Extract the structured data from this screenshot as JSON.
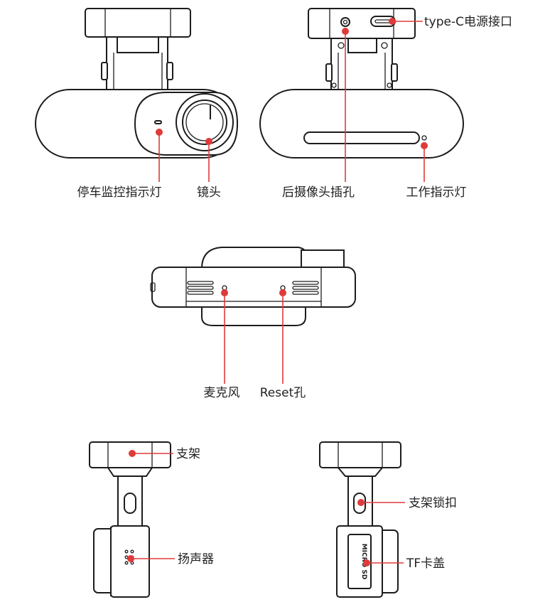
{
  "accent_color": "#e03a3a",
  "callouts": {
    "typec_port": "type-C电源接口",
    "parking_led": "停车监控指示灯",
    "lens": "镜头",
    "rear_camera_jack": "后摄像头插孔",
    "work_led": "工作指示灯",
    "microphone": "麦克风",
    "reset_hole": "Reset孔",
    "mount": "支架",
    "speaker": "扬声器",
    "mount_lock": "支架锁扣",
    "tf_cover": "TF卡盖"
  },
  "tf_card_marking": "MICRO SD"
}
